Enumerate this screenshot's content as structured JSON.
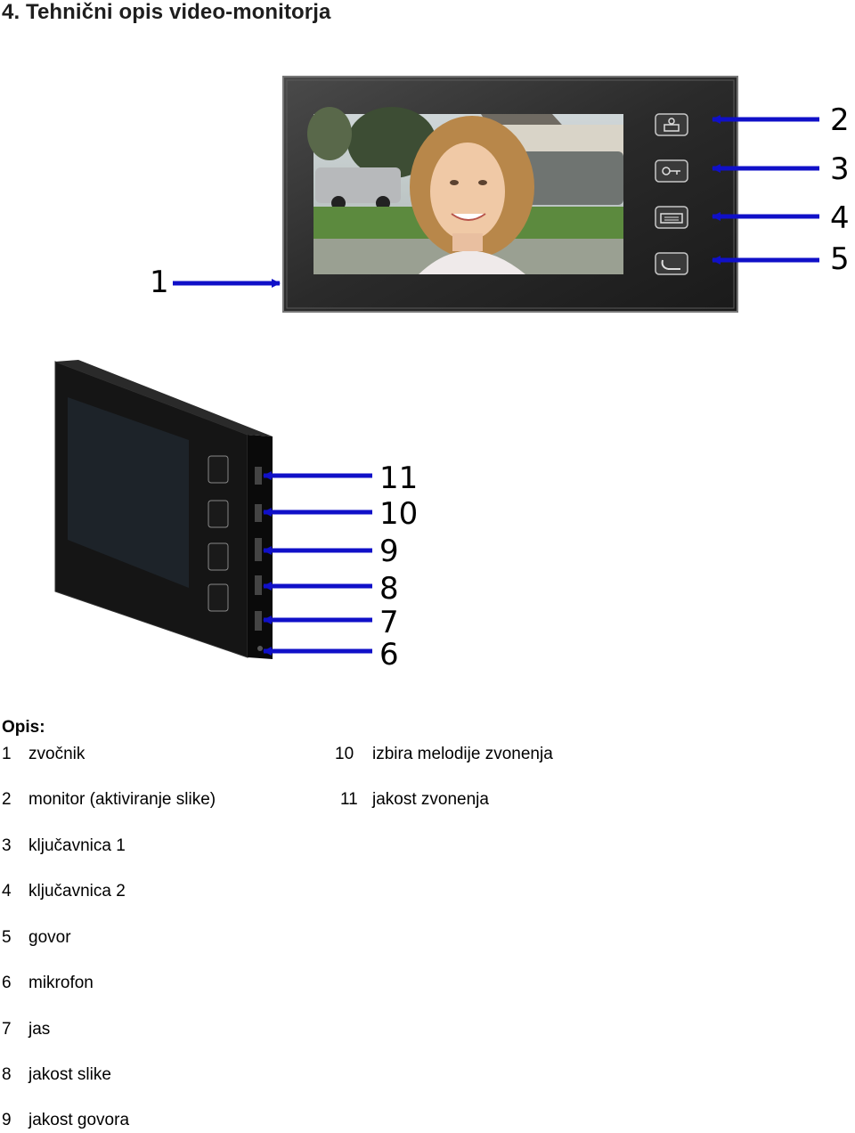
{
  "heading": "4. Tehnični opis video-monitorja",
  "figure": {
    "callouts_front": [
      "1",
      "2",
      "3",
      "4",
      "5"
    ],
    "callouts_side": [
      "11",
      "10",
      "9",
      "8",
      "7",
      "6"
    ],
    "colors": {
      "arrow": "#1010c8",
      "bezel": "#2d2d2d",
      "device_body": "#111111"
    },
    "icons": [
      "monitor-button-icon",
      "key-button-icon",
      "lock-button-icon",
      "talk-button-icon"
    ]
  },
  "description": {
    "title": "Opis:",
    "items": [
      {
        "num": "1",
        "label": "zvočnik"
      },
      {
        "num": "2",
        "label": "monitor (aktiviranje slike)"
      },
      {
        "num": "3",
        "label": "ključavnica 1"
      },
      {
        "num": "4",
        "label": "ključavnica 2"
      },
      {
        "num": "5",
        "label": "govor"
      },
      {
        "num": "6",
        "label": "mikrofon"
      },
      {
        "num": "7",
        "label": "jas"
      },
      {
        "num": "8",
        "label": "jakost slike"
      },
      {
        "num": "9",
        "label": "jakost govora"
      },
      {
        "num": "10",
        "label": "izbira melodije zvonenja"
      },
      {
        "num": "11",
        "label": "jakost zvonenja"
      }
    ]
  }
}
